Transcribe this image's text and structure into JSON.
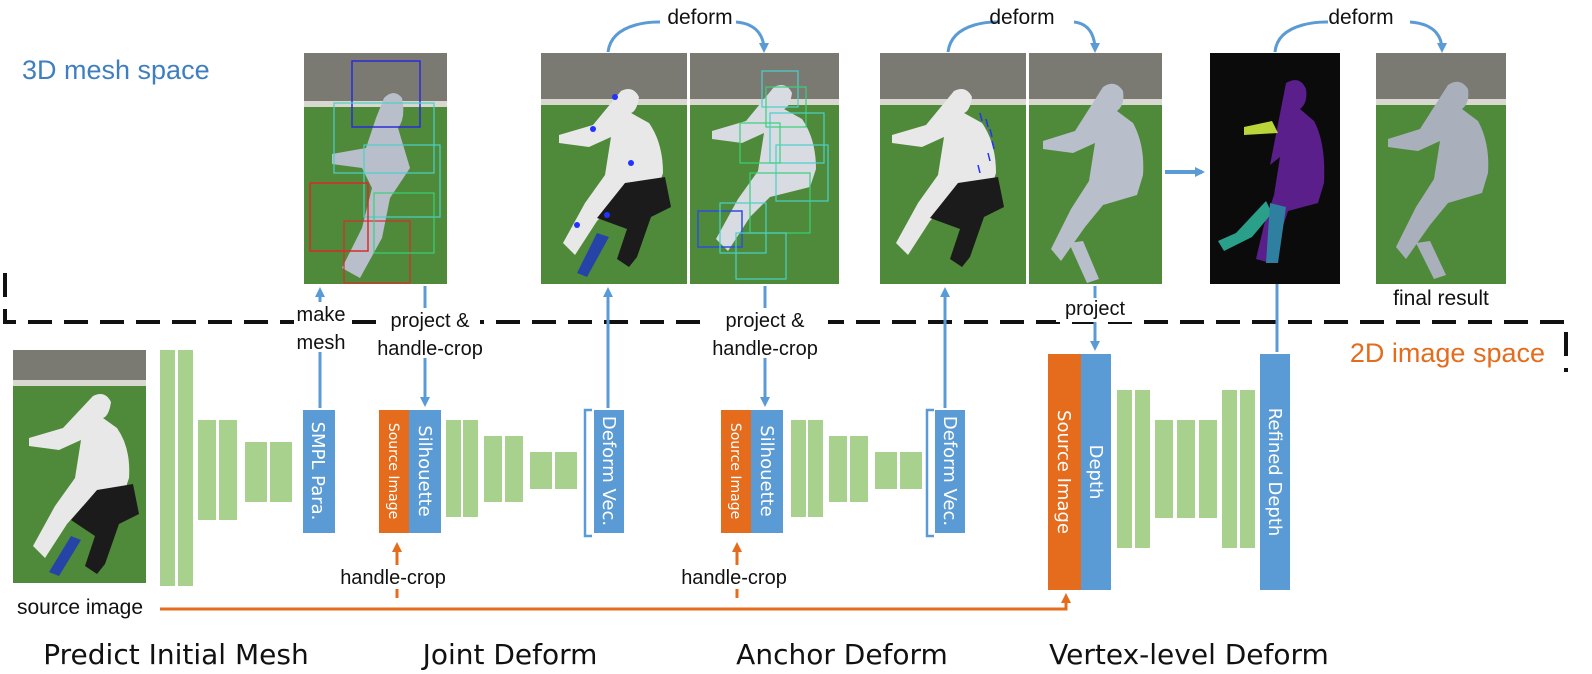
{
  "colors": {
    "blue": "#5b9bd5",
    "orange": "#e46c1c",
    "green": "#a9d18e",
    "region_blue": "#3f7fbf",
    "region_orange": "#e46c1c",
    "field": "#4f8a3a",
    "mesh": "#b9bfca",
    "black": "#111111"
  },
  "regions": {
    "mesh_space": "3D mesh space",
    "image_space": "2D image space"
  },
  "images": {
    "source_caption": "source image",
    "final_caption": "final result"
  },
  "arrows": {
    "deform1": "deform",
    "deform2": "deform",
    "deform3": "deform",
    "make_mesh_1": "make",
    "make_mesh_2": "mesh",
    "project_crop1_1": "project &",
    "project_crop1_2": "handle-crop",
    "project_crop2_1": "project &",
    "project_crop2_2": "handle-crop",
    "project": "project",
    "handle_crop1": "handle-crop",
    "handle_crop2": "handle-crop"
  },
  "blocks": {
    "smpl": "SMPL Para.",
    "source1": "Source Image",
    "silhouette1": "Silhouette",
    "deform_vec1": "Deform Vec.",
    "source2": "Source Image",
    "silhouette2": "Silhouette",
    "deform_vec2": "Deform Vec.",
    "source3": "Source Image",
    "depth": "Depth",
    "refined_depth": "Refined Depth"
  },
  "stages": {
    "s1": "Predict Initial Mesh",
    "s2": "Joint Deform",
    "s3": "Anchor Deform",
    "s4": "Vertex-level Deform"
  }
}
